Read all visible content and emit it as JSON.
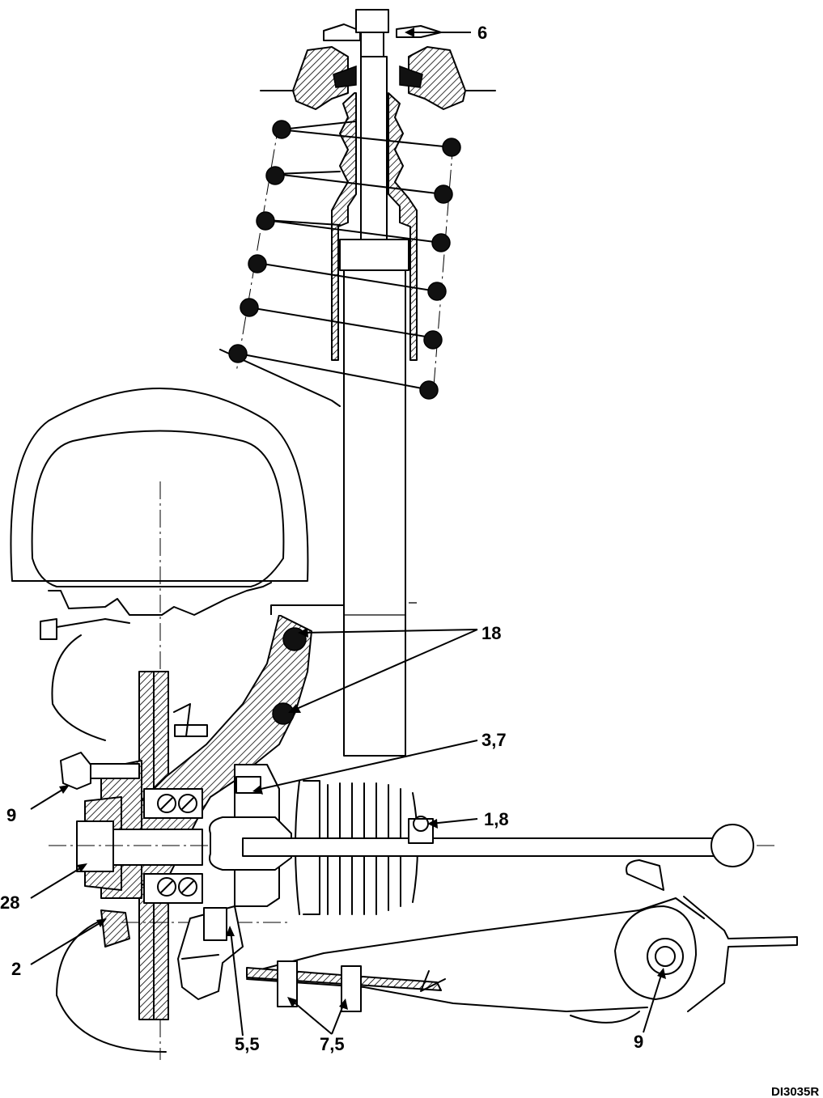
{
  "callouts": [
    {
      "id": "c6",
      "label": "6"
    },
    {
      "id": "c18",
      "label": "18"
    },
    {
      "id": "c37",
      "label": "3,7"
    },
    {
      "id": "c18b",
      "label": "1,8"
    },
    {
      "id": "c9a",
      "label": "9"
    },
    {
      "id": "c28",
      "label": "28"
    },
    {
      "id": "c2",
      "label": "2"
    },
    {
      "id": "c55",
      "label": "5,5"
    },
    {
      "id": "c75",
      "label": "7,5"
    },
    {
      "id": "c9b",
      "label": "9"
    }
  ],
  "figure_ref": "DI3035R",
  "colors": {
    "ink": "#000000",
    "paper": "#ffffff"
  }
}
